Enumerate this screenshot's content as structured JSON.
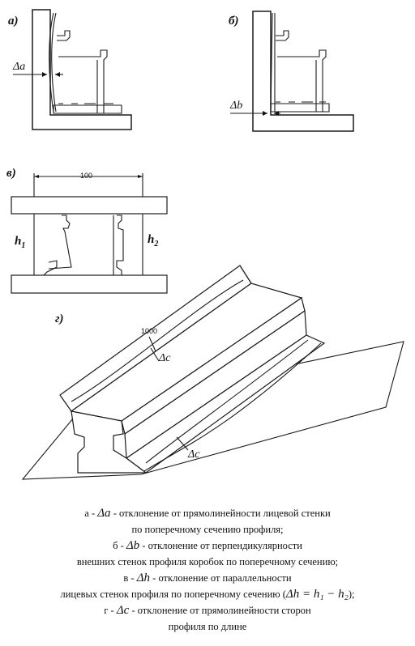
{
  "figures": {
    "a": {
      "label": "а)",
      "dim": "Δa"
    },
    "b": {
      "label": "б)",
      "dim": "Δb"
    },
    "v": {
      "label": "в)",
      "width": "100",
      "h1": "h",
      "h1_sub": "1",
      "h2": "h",
      "h2_sub": "2"
    },
    "g": {
      "label": "г)",
      "length": "1000",
      "dim": "Δc"
    }
  },
  "caption": [
    {
      "prefix": "а - ",
      "symbol": "Δa",
      "text": " - отклонение от прямолинейности лицевой стенки"
    },
    {
      "text": "по поперечному сечению профиля;"
    },
    {
      "prefix": "б - ",
      "symbol": "Δb",
      "text": " - отклонение от перпендикулярности"
    },
    {
      "text": "внешних стенок профиля коробок по поперечному сечению;"
    },
    {
      "prefix": "в - ",
      "symbol": "Δh",
      "text": " - отклонение от параллельности"
    },
    {
      "text": "лицевых стенок профиля по поперечному сечению (",
      "formula": "Δh = h₁ − h₂",
      "suffix": ");"
    },
    {
      "prefix": "г - ",
      "symbol": "Δc",
      "text": " - отклонение от прямолинейности сторон"
    },
    {
      "text": "профиля по длине"
    }
  ]
}
